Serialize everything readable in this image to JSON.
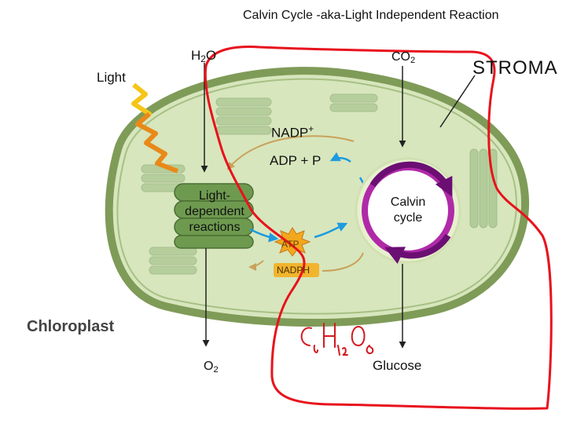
{
  "title": "Calvin Cycle -aka-Light Independent Reaction",
  "labels": {
    "h2o_main": "H",
    "h2o_sub": "2",
    "h2o_tail": "O",
    "co2_main": "CO",
    "co2_sub": "2",
    "stroma": "STROMA",
    "light": "Light",
    "nadp": "NADP",
    "nadp_sup": "+",
    "adp_p": "ADP + P",
    "light_dependent": "Light-dependent reactions",
    "calvin_cycle": "Calvin cycle",
    "chloroplast": "Chloroplast",
    "o2_main": "O",
    "o2_sub": "2",
    "glucose": "Glucose",
    "atp": "ATP",
    "nadph": "NADPH",
    "handwritten_formula": "C6H12O6"
  },
  "colors": {
    "red_outline": "#e8121c",
    "chloroplast_fill": "#d7e6bd",
    "chloroplast_edge": "#7f9b58",
    "grana_green": "#6e9a4f",
    "calvin_purple": "#8a1a8f",
    "blue_arrow": "#1d9be0",
    "tan_arrow": "#c9a25a"
  }
}
